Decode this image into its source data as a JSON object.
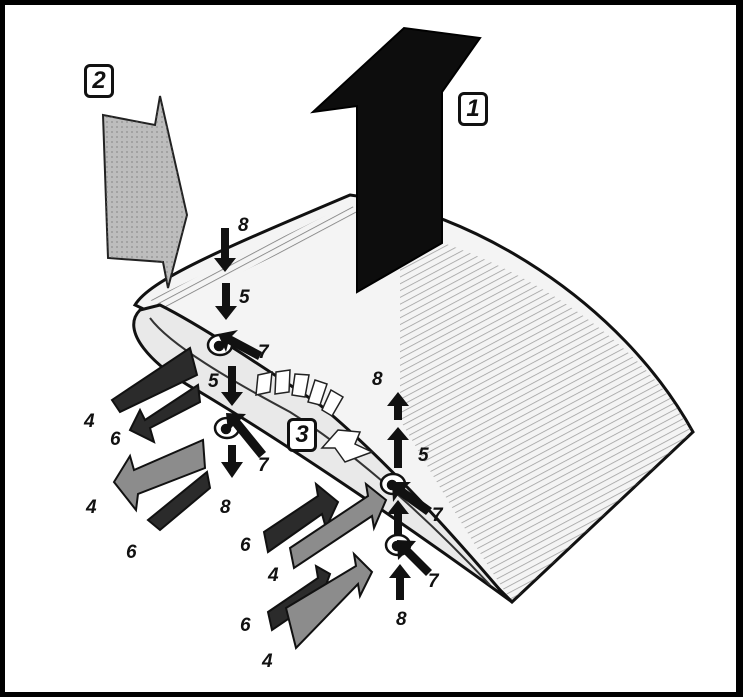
{
  "diagram": {
    "boxed_labels": [
      {
        "id": "1",
        "text": "1"
      },
      {
        "id": "2",
        "text": "2"
      },
      {
        "id": "3",
        "text": "3"
      }
    ],
    "labels": [
      {
        "key": "a",
        "text": "8"
      },
      {
        "key": "b",
        "text": "5"
      },
      {
        "key": "c",
        "text": "7"
      },
      {
        "key": "d",
        "text": "5"
      },
      {
        "key": "e",
        "text": "4"
      },
      {
        "key": "f",
        "text": "6"
      },
      {
        "key": "g",
        "text": "7"
      },
      {
        "key": "h",
        "text": "4"
      },
      {
        "key": "i",
        "text": "8"
      },
      {
        "key": "j",
        "text": "6"
      },
      {
        "key": "k",
        "text": "8"
      },
      {
        "key": "l",
        "text": "5"
      },
      {
        "key": "m",
        "text": "7"
      },
      {
        "key": "n",
        "text": "6"
      },
      {
        "key": "o",
        "text": "4"
      },
      {
        "key": "p",
        "text": "7"
      },
      {
        "key": "q",
        "text": "6"
      },
      {
        "key": "r",
        "text": "8"
      },
      {
        "key": "s",
        "text": "4"
      }
    ],
    "colors": {
      "ink": "#111111",
      "lift_arrow": "#0d0d0d",
      "dark_arrow": "#2b2b2b",
      "grey_arrow": "#8c8c8c",
      "light_arrow": "#c4c4c4",
      "wing_surface": "#f4f4f4",
      "wing_shade": "#6e6e6e"
    }
  }
}
